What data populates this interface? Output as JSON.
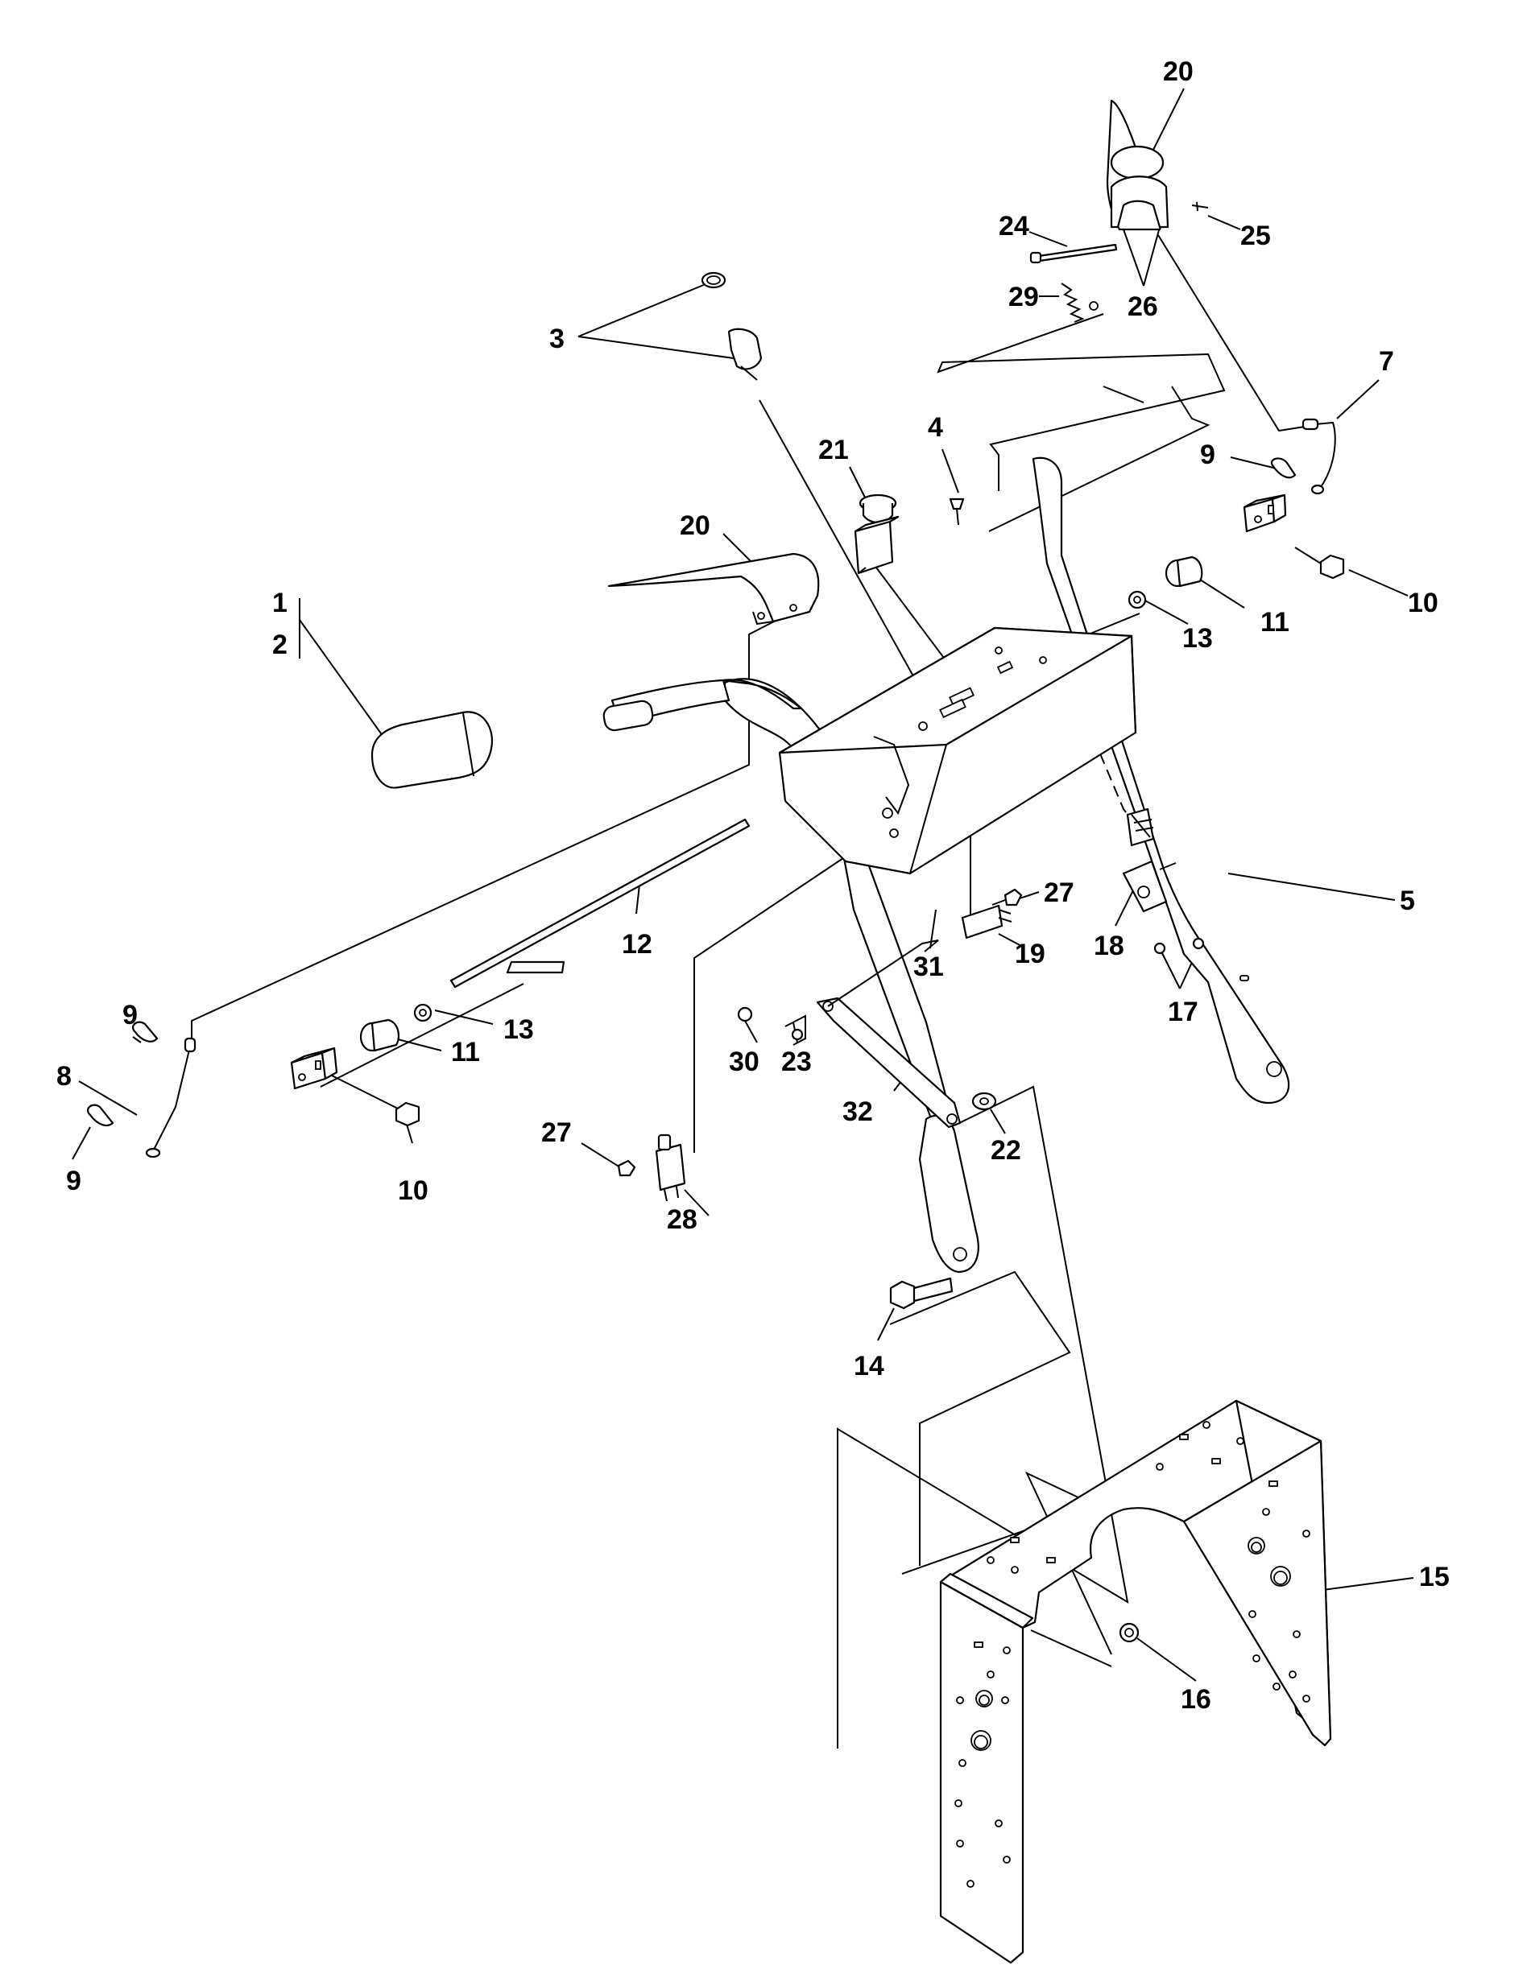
{
  "callouts": [
    {
      "id": "c1",
      "text": "1"
    },
    {
      "id": "c2",
      "text": "2"
    },
    {
      "id": "c3",
      "text": "3"
    },
    {
      "id": "c4",
      "text": "4"
    },
    {
      "id": "c5",
      "text": "5"
    },
    {
      "id": "c7",
      "text": "7"
    },
    {
      "id": "c8",
      "text": "8"
    },
    {
      "id": "c9a",
      "text": "9"
    },
    {
      "id": "c9b",
      "text": "9"
    },
    {
      "id": "c9c",
      "text": "9"
    },
    {
      "id": "c10a",
      "text": "10"
    },
    {
      "id": "c10b",
      "text": "10"
    },
    {
      "id": "c11a",
      "text": "11"
    },
    {
      "id": "c11b",
      "text": "11"
    },
    {
      "id": "c12",
      "text": "12"
    },
    {
      "id": "c13a",
      "text": "13"
    },
    {
      "id": "c13b",
      "text": "13"
    },
    {
      "id": "c14",
      "text": "14"
    },
    {
      "id": "c15",
      "text": "15"
    },
    {
      "id": "c16",
      "text": "16"
    },
    {
      "id": "c17",
      "text": "17"
    },
    {
      "id": "c18",
      "text": "18"
    },
    {
      "id": "c19",
      "text": "19"
    },
    {
      "id": "c20a",
      "text": "20"
    },
    {
      "id": "c20b",
      "text": "20"
    },
    {
      "id": "c21",
      "text": "21"
    },
    {
      "id": "c22",
      "text": "22"
    },
    {
      "id": "c23",
      "text": "23"
    },
    {
      "id": "c24",
      "text": "24"
    },
    {
      "id": "c25",
      "text": "25"
    },
    {
      "id": "c26",
      "text": "26"
    },
    {
      "id": "c27a",
      "text": "27"
    },
    {
      "id": "c27b",
      "text": "27"
    },
    {
      "id": "c28",
      "text": "28"
    },
    {
      "id": "c29",
      "text": "29"
    },
    {
      "id": "c30",
      "text": "30"
    },
    {
      "id": "c31",
      "text": "31"
    },
    {
      "id": "c32",
      "text": "32"
    }
  ]
}
